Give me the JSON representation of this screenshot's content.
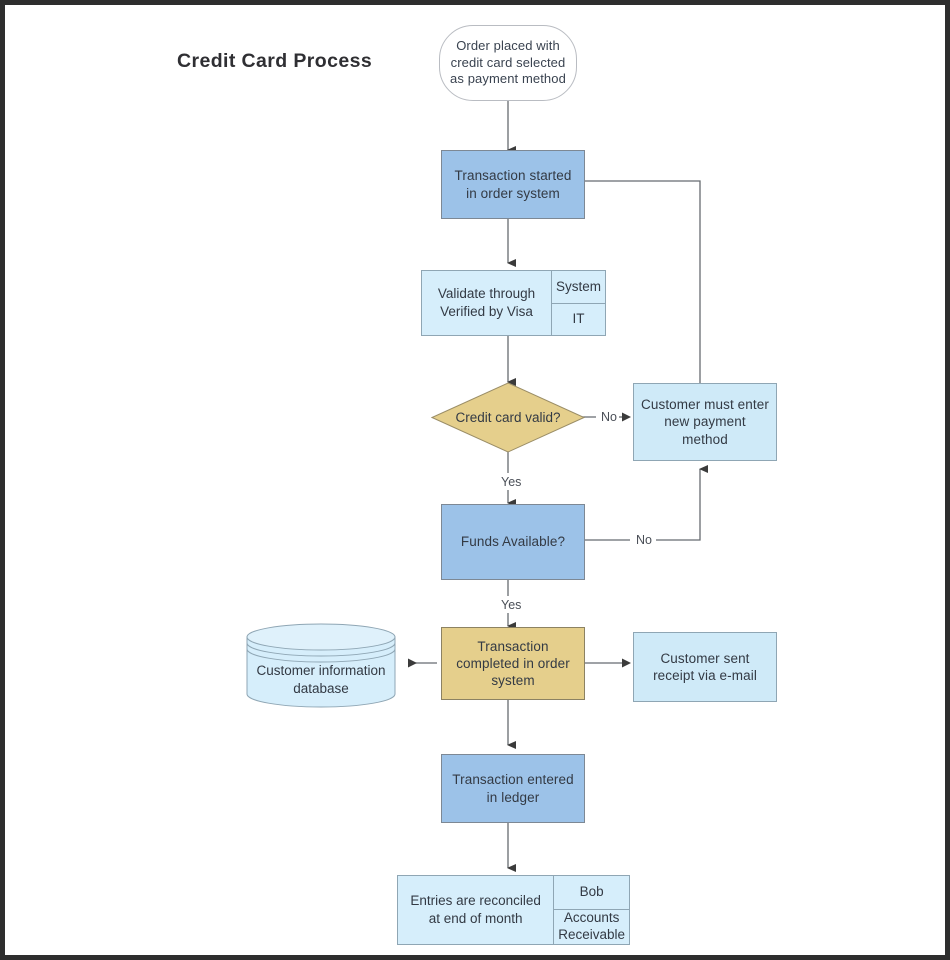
{
  "diagram": {
    "title": "Credit Card Process",
    "frame_color": "#2e2e2e",
    "background": "#ffffff"
  },
  "palette": {
    "blue_fill": "#9cc2e8",
    "light_blue_fill": "#cfeaf8",
    "split_fill": "#d6eefb",
    "tan_fill": "#e5cf8c",
    "white_fill": "#ffffff",
    "line": "#555555",
    "text": "#333a44"
  },
  "nodes": {
    "start": {
      "label": "Order placed with credit card selected as payment method",
      "shape": "stadium"
    },
    "transaction_started": {
      "label": "Transaction started in order system",
      "shape": "rectangle"
    },
    "validate": {
      "label": "Validate through Verified by Visa",
      "shape": "rectangle-split",
      "role_system": "System",
      "role_department": "IT"
    },
    "credit_card_valid": {
      "label": "Credit card valid?",
      "shape": "diamond"
    },
    "new_payment_method": {
      "label": "Customer must enter new payment method",
      "shape": "rectangle"
    },
    "funds_available": {
      "label": "Funds Available?",
      "shape": "rectangle"
    },
    "customer_db": {
      "label": "Customer information database",
      "shape": "cylinder"
    },
    "transaction_completed": {
      "label": "Transaction completed in order system",
      "shape": "rectangle"
    },
    "receipt_email": {
      "label": "Customer sent receipt via e-mail",
      "shape": "rectangle"
    },
    "ledger": {
      "label": "Transaction entered in ledger",
      "shape": "rectangle"
    },
    "reconcile": {
      "label": "Entries are reconciled at end of month",
      "shape": "rectangle-split",
      "role_person": "Bob",
      "role_department": "Accounts Receivable"
    }
  },
  "edge_labels": {
    "valid_no": "No",
    "valid_yes": "Yes",
    "funds_no": "No",
    "funds_yes": "Yes"
  }
}
